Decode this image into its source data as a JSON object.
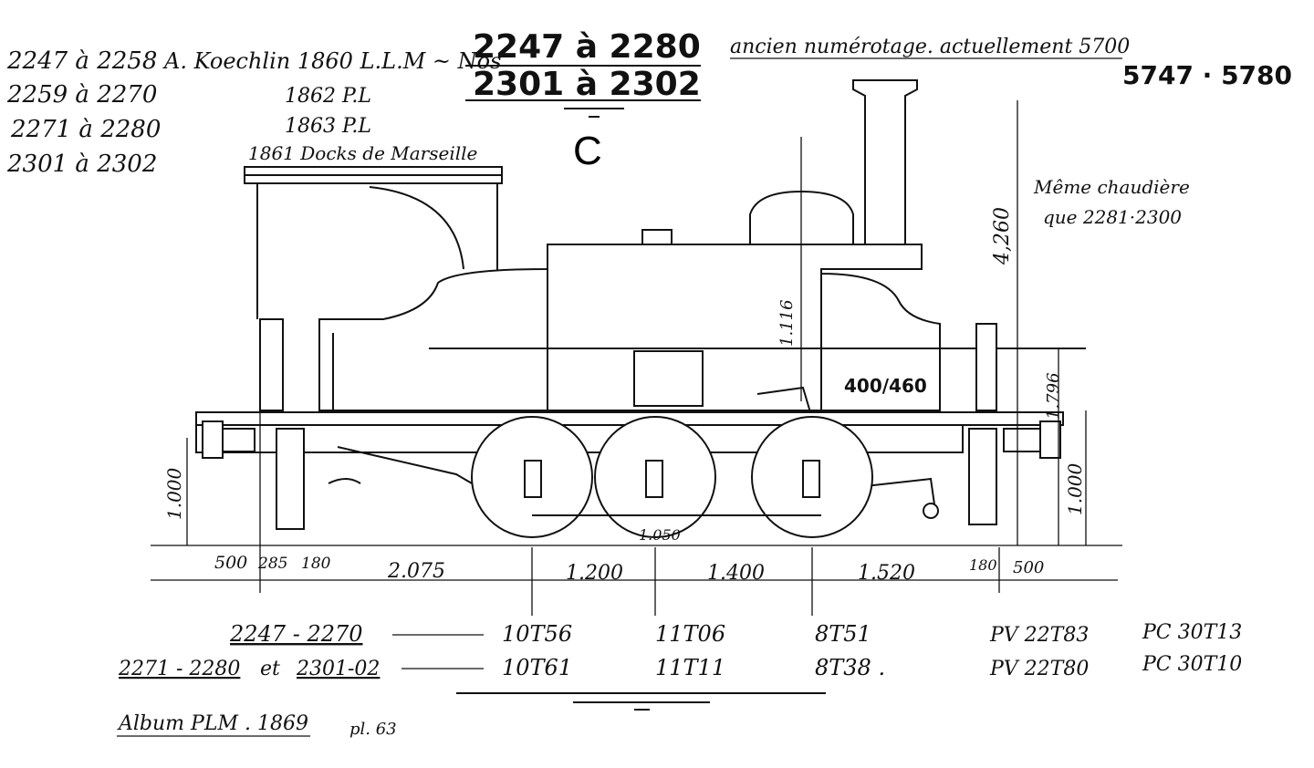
{
  "header": {
    "number_ranges": [
      {
        "range": "2247 à 2258",
        "builder": "A. Koechlin 1860 L.L.M ~ Nos"
      },
      {
        "range": "2259 à 2270",
        "builder": "1862 P.L"
      },
      {
        "range": "2271 à 2280",
        "builder": "1863 P.L"
      },
      {
        "range": "2301 à 2302",
        "builder": "1861 Docks de Marseille"
      }
    ],
    "title_line1": "2247 à 2280",
    "title_line2": "2301 à 2302",
    "class_letter": "C",
    "old_numbering": "ancien numérotage. actuellement 5700",
    "new_numbers": "5747 · 5780",
    "boiler_note_1": "Même chaudière",
    "boiler_note_2": "que 2281·2300"
  },
  "dimensions": {
    "height_total": "4,260",
    "height_tank": "1.116",
    "height_frame": "1.796",
    "buffer_height_left": "1.000",
    "buffer_height_right": "1.000",
    "cylinder": "400/460",
    "wheel_diameter": "1.050",
    "horizontal": [
      "500",
      "285",
      "180",
      "2.075",
      "1.200",
      "1.400",
      "1.520",
      "180",
      "500"
    ]
  },
  "weights": [
    {
      "series": "2247 - 2270",
      "axle1": "10T56",
      "axle2": "11T06",
      "axle3": "8T51",
      "pv": "PV  22T83",
      "pc": "PC 30T13"
    },
    {
      "series_a": "2271 - 2280",
      "and": "et",
      "series_b": "2301-02",
      "axle1": "10T61",
      "axle2": "11T11",
      "axle3": "8T38 .",
      "pv": "PV  22T80",
      "pc": "PC 30T10"
    }
  ],
  "source": {
    "album": "Album PLM . 1869",
    "plate": "pl. 63"
  }
}
